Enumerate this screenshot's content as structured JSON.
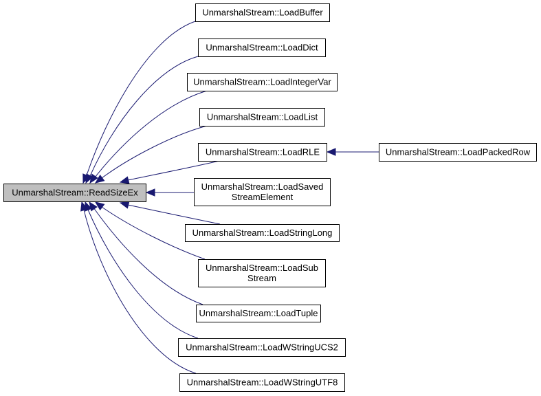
{
  "graph": {
    "type": "caller-graph",
    "colors": {
      "edge": "#191970",
      "root_fill": "#bfbfbf",
      "node_fill": "#ffffff",
      "border": "#000000"
    },
    "nodes": [
      {
        "id": "ReadSizeEx",
        "lines": [
          "UnmarshalStream::ReadSizeEx"
        ],
        "root": true
      },
      {
        "id": "LoadBuffer",
        "lines": [
          "UnmarshalStream::LoadBuffer"
        ]
      },
      {
        "id": "LoadDict",
        "lines": [
          "UnmarshalStream::LoadDict"
        ]
      },
      {
        "id": "LoadIntegerVar",
        "lines": [
          "UnmarshalStream::LoadIntegerVar"
        ]
      },
      {
        "id": "LoadList",
        "lines": [
          "UnmarshalStream::LoadList"
        ]
      },
      {
        "id": "LoadRLE",
        "lines": [
          "UnmarshalStream::LoadRLE"
        ]
      },
      {
        "id": "LoadSavedStreamElement",
        "lines": [
          "UnmarshalStream::LoadSaved",
          "StreamElement"
        ]
      },
      {
        "id": "LoadStringLong",
        "lines": [
          "UnmarshalStream::LoadStringLong"
        ]
      },
      {
        "id": "LoadSubStream",
        "lines": [
          "UnmarshalStream::LoadSub",
          "Stream"
        ]
      },
      {
        "id": "LoadTuple",
        "lines": [
          "UnmarshalStream::LoadTuple"
        ]
      },
      {
        "id": "LoadWStringUCS2",
        "lines": [
          "UnmarshalStream::LoadWStringUCS2"
        ]
      },
      {
        "id": "LoadWStringUTF8",
        "lines": [
          "UnmarshalStream::LoadWStringUTF8"
        ]
      },
      {
        "id": "LoadPackedRow",
        "lines": [
          "UnmarshalStream::LoadPackedRow"
        ]
      }
    ],
    "edges": [
      {
        "from": "LoadBuffer",
        "to": "ReadSizeEx"
      },
      {
        "from": "LoadDict",
        "to": "ReadSizeEx"
      },
      {
        "from": "LoadIntegerVar",
        "to": "ReadSizeEx"
      },
      {
        "from": "LoadList",
        "to": "ReadSizeEx"
      },
      {
        "from": "LoadRLE",
        "to": "ReadSizeEx"
      },
      {
        "from": "LoadSavedStreamElement",
        "to": "ReadSizeEx"
      },
      {
        "from": "LoadStringLong",
        "to": "ReadSizeEx"
      },
      {
        "from": "LoadSubStream",
        "to": "ReadSizeEx"
      },
      {
        "from": "LoadTuple",
        "to": "ReadSizeEx"
      },
      {
        "from": "LoadWStringUCS2",
        "to": "ReadSizeEx"
      },
      {
        "from": "LoadWStringUTF8",
        "to": "ReadSizeEx"
      },
      {
        "from": "LoadPackedRow",
        "to": "LoadRLE"
      }
    ]
  }
}
